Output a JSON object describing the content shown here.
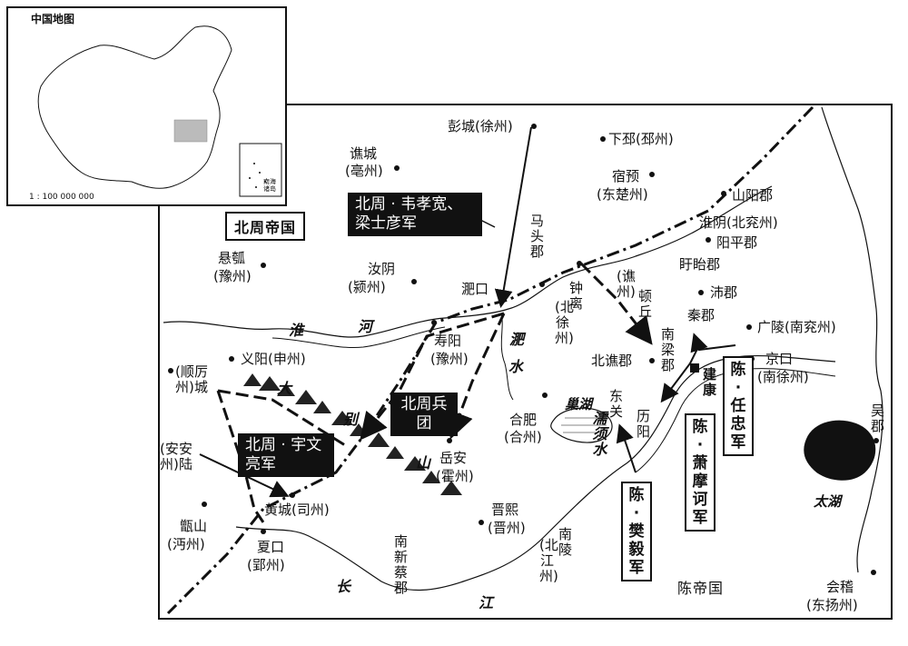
{
  "inset": {
    "title": "中国地图",
    "scale": "1 : 100 000 000",
    "islands_label": "南海诸岛"
  },
  "empires": {
    "north": "北周帝国",
    "south": "陈帝国"
  },
  "callouts": {
    "wei_liang": "北周 · 韦孝宽、梁士彦军",
    "bingtuan": "北周兵团",
    "yuwen": "北周 · 宇文亮军",
    "ren": "陈 · 任忠军",
    "xiao": "陈 · 萧摩诃军",
    "fan": "陈 · 樊毅军"
  },
  "rivers": {
    "huai": "淮",
    "he": "河",
    "fei": "淝",
    "shui": "水",
    "changjiang_chang": "长",
    "changjiang_jiang": "江",
    "ruxu": "濡须水",
    "chaohu": "巢湖",
    "taihu": "太湖"
  },
  "mountains": {
    "da": "大",
    "bie": "别",
    "shan": "山"
  },
  "places": {
    "pengcheng": "彭城(徐州)",
    "xiapi": "下邳(邳州)",
    "qiaocheng_name": "谯城",
    "qiaocheng_sub": "(亳州)",
    "suyu_name": "宿预",
    "suyu_sub": "(东楚州)",
    "shanyang": "山阳郡",
    "huaiyin": "淮阴(北兖州)",
    "yangping": "阳平郡",
    "xuhu_name": "悬瓠",
    "xuhu_sub": "(豫州)",
    "ruyin_name": "汝阴",
    "ruyin_sub": "(颍州)",
    "matou": "马头郡",
    "feikou": "淝口",
    "qiaozhou": "(谯州)",
    "xuyi": "盱眙郡",
    "peijun": "沛郡",
    "zhongli": "钟离",
    "beixuzhou": "(北徐州)",
    "dunqiu": "顿丘",
    "qinjun": "秦郡",
    "guangling": "广陵(南兖州)",
    "shouyang_name": "寿阳",
    "shouyang_sub": "(豫州)",
    "yiyang": "义阳(申州)",
    "nanliang": "南梁郡",
    "beiqiao": "北谯郡",
    "jingkou_name": "京口",
    "jingkou_sub": "(南徐州)",
    "licheng": "厉城",
    "shunzhou": "(顺州)",
    "jiankang": "建康",
    "wujun": "吴郡",
    "hefei_name": "合肥",
    "hefei_sub": "(合州)",
    "dongguan": "东关",
    "liyang": "历阳",
    "anlu": "安陆",
    "anzhou": "(安州)",
    "yuean_name": "岳安",
    "yuean_sub": "(霍州)",
    "huangcheng": "黄城(司州)",
    "jinxi_name": "晋熙",
    "jinxi_sub": "(晋州)",
    "zhenshan_name": "甑山",
    "zhenshan_sub": "(沔州)",
    "xiakou_name": "夏口",
    "xiakou_sub": "(郢州)",
    "nanling": "南陵",
    "beijiangzhou": "(北江州)",
    "nanxincai": "南新蔡郡",
    "kuaiji_name": "会稽",
    "kuaiji_sub": "(东扬州)"
  }
}
